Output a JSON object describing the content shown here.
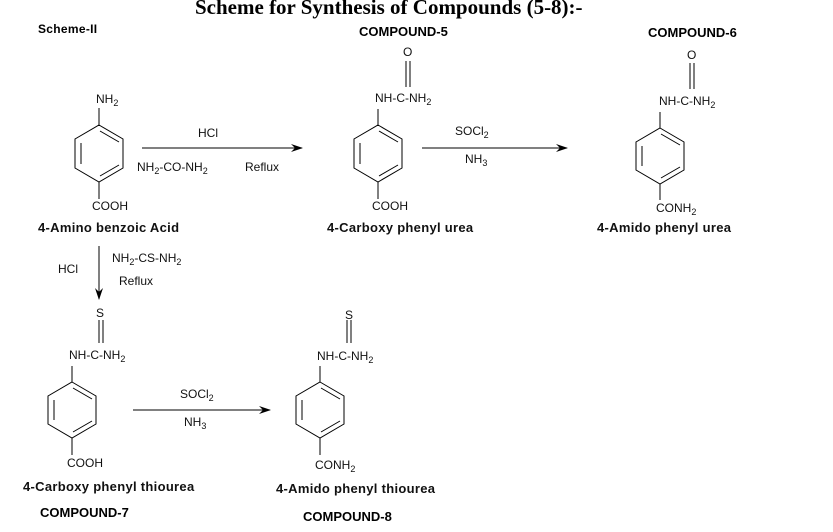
{
  "title": "Scheme for Synthesis of Compounds (5-8):-",
  "scheme_label": "Scheme-II",
  "compound_headings": {
    "c5": "COMPOUND-5",
    "c6": "COMPOUND-6",
    "c7": "COMPOUND-7",
    "c8": "COMPOUND-8"
  },
  "molecules": {
    "start": {
      "name": "4-Amino benzoic Acid",
      "top_group": {
        "main": "NH",
        "sub": "2"
      },
      "bottom_group": "COOH"
    },
    "c5": {
      "name": "4-Carboxy phenyl urea",
      "double_bond_atom": "O",
      "top_group": {
        "main": "NH-C-NH",
        "sub": "2"
      },
      "bottom_group": "COOH"
    },
    "c6": {
      "name": "4-Amido phenyl urea",
      "double_bond_atom": "O",
      "top_group": {
        "main": "NH-C-NH",
        "sub": "2"
      },
      "bottom_group": {
        "main": "CONH",
        "sub": "2"
      }
    },
    "c7": {
      "name": "4-Carboxy phenyl thiourea",
      "double_bond_atom": "S",
      "top_group": {
        "main": "NH-C-NH",
        "sub": "2"
      },
      "bottom_group": "COOH"
    },
    "c8": {
      "name": "4-Amido phenyl thiourea",
      "double_bond_atom": "S",
      "top_group": {
        "main": "NH-C-NH",
        "sub": "2"
      },
      "bottom_group": {
        "main": "CONH",
        "sub": "2"
      }
    }
  },
  "reactions": {
    "r1": {
      "above": "HCl",
      "below_left": {
        "a": "NH",
        "a_sub": "2",
        "b": "-CO-NH",
        "b_sub": "2"
      },
      "below_right": "Reflux"
    },
    "r2": {
      "above": {
        "main": "SOCl",
        "sub": "2"
      },
      "below": {
        "main": "NH",
        "sub": "3"
      }
    },
    "r3": {
      "left": "HCl",
      "right_top": {
        "a": "NH",
        "a_sub": "2",
        "b": "-CS-NH",
        "b_sub": "2"
      },
      "right_bottom": "Reflux"
    },
    "r4": {
      "above": {
        "main": "SOCl",
        "sub": "2"
      },
      "below": {
        "main": "NH",
        "sub": "3"
      }
    }
  }
}
